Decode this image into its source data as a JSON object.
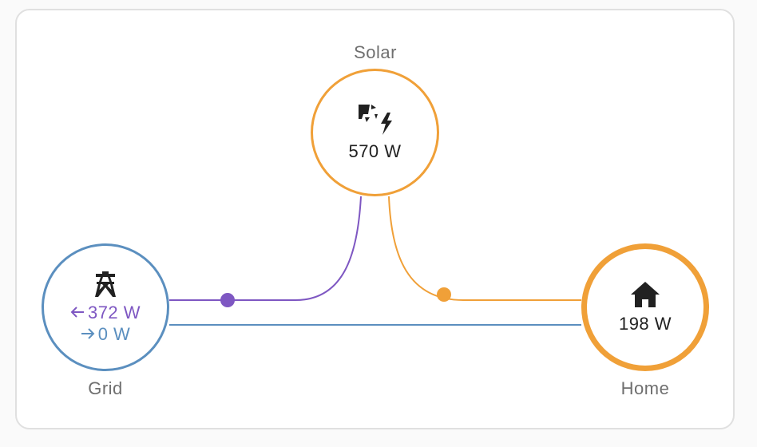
{
  "colors": {
    "solar": "#f0a038",
    "grid": "#5b8fbf",
    "grid_return": "#7e57c2",
    "home": "#f0a038",
    "border": "#e0e0e0"
  },
  "solar": {
    "label": "Solar",
    "value": "570 W",
    "icon": "solar-power-icon"
  },
  "grid": {
    "label": "Grid",
    "returned": "372 W",
    "consumed": "0 W",
    "icon": "transmission-tower-icon",
    "returned_icon": "arrow-left-icon",
    "consumed_icon": "arrow-right-icon"
  },
  "home": {
    "label": "Home",
    "value": "198 W",
    "icon": "home-icon"
  }
}
